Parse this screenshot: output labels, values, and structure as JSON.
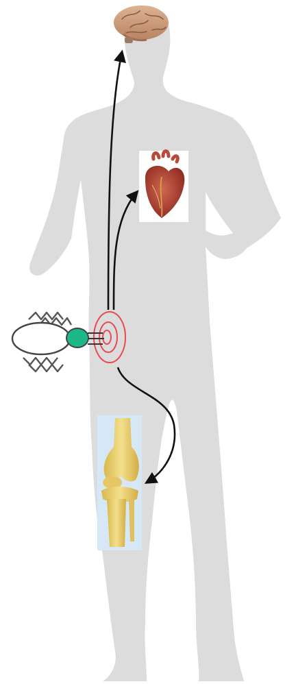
{
  "figure": {
    "colors": {
      "silhouette": "#dcdcdc",
      "arrow": "#111111",
      "rash_rings": "#e84a55",
      "tick_body": "#ffffff",
      "tick_outline": "#444444",
      "tick_head": "#1db887",
      "brain": "#c99a78",
      "heart": "#a63a2a",
      "knee_bone": "#e9cf6e",
      "knee_panel": "#d6e8f5"
    },
    "elements": [
      {
        "key": "silhouette",
        "icon": "human-body-silhouette"
      },
      {
        "key": "brain",
        "icon": "brain-icon"
      },
      {
        "key": "heart",
        "icon": "heart-icon"
      },
      {
        "key": "knee",
        "icon": "knee-joint-icon"
      },
      {
        "key": "tick",
        "icon": "tick-icon"
      },
      {
        "key": "bite_rash",
        "icon": "bullseye-rash-icon"
      }
    ],
    "arrows": [
      {
        "from": "bite_rash",
        "to": "brain"
      },
      {
        "from": "bite_rash",
        "to": "heart"
      },
      {
        "from": "bite_rash",
        "to": "knee"
      }
    ]
  }
}
